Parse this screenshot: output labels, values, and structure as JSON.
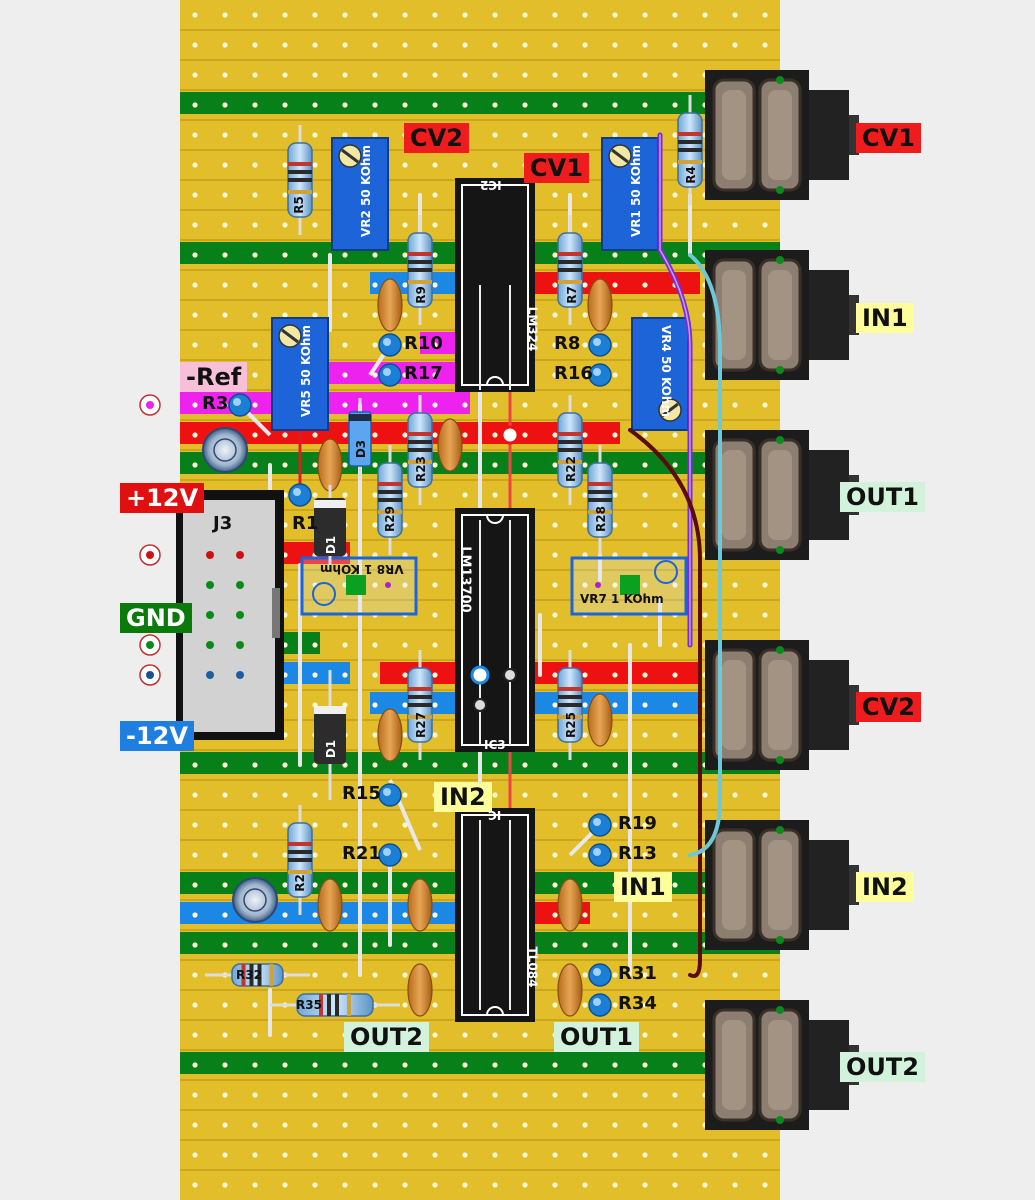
{
  "jack_labels": [
    {
      "text": "CV1",
      "style": "red"
    },
    {
      "text": "IN1",
      "style": "yellow"
    },
    {
      "text": "OUT1",
      "style": "mint"
    },
    {
      "text": "CV2",
      "style": "red"
    },
    {
      "text": "IN2",
      "style": "yellow"
    },
    {
      "text": "OUT2",
      "style": "mint"
    }
  ],
  "board_labels": {
    "cv2": "CV2",
    "cv1": "CV1",
    "ref": "-Ref",
    "in2": "IN2",
    "in1": "IN1",
    "out2": "OUT2",
    "out1": "OUT1"
  },
  "power": {
    "plus": "+12V",
    "gnd": "GND",
    "minus": "-12V",
    "header": "J3"
  },
  "ics": {
    "ic2": "IC2",
    "lm324": "LM324",
    "lm13700": "LM13700",
    "ic3": "IC3",
    "ic": "IC",
    "tl084": "TL084"
  },
  "trimpots": {
    "vr2": "VR2 50 KOhm",
    "vr1": "VR1 50 KOhm",
    "vr5": "VR5 50 KOhm",
    "vr4": "VR4 50 KOhm",
    "vr8": "VR8 1 KOhm",
    "vr7": "VR7 1 KOhm"
  },
  "resistors": {
    "r5": "R5",
    "r4": "R4",
    "r9": "R9",
    "r7": "R7",
    "r10": "R10",
    "r17": "R17",
    "r8": "R8",
    "r16": "R16",
    "r3": "R3",
    "r23": "R23",
    "r22": "R22",
    "r29": "R29",
    "r28": "R28",
    "r1": "R1",
    "r27": "R27",
    "r25": "R25",
    "r15": "R15",
    "r21": "R21",
    "r19": "R19",
    "r13": "R13",
    "r2": "R2",
    "r32": "R32",
    "r35": "R35",
    "r31": "R31",
    "r34": "R34"
  },
  "diodes": {
    "d3": "D3",
    "d1a": "D1",
    "d1b": "D1"
  },
  "colors": {
    "board": "#e2bf2a",
    "strip_green": "#07801a",
    "strip_red": "#ee1111",
    "strip_blue": "#1b88e6",
    "strip_magenta": "#ee22ee",
    "jack": "#1c1c1c",
    "background": "#eeeeee"
  }
}
